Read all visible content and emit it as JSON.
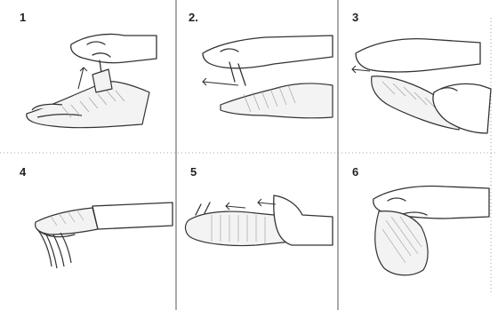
{
  "steps": [
    {
      "label": "1"
    },
    {
      "label": "2."
    },
    {
      "label": "3"
    },
    {
      "label": "4"
    },
    {
      "label": "5"
    },
    {
      "label": "6"
    }
  ]
}
